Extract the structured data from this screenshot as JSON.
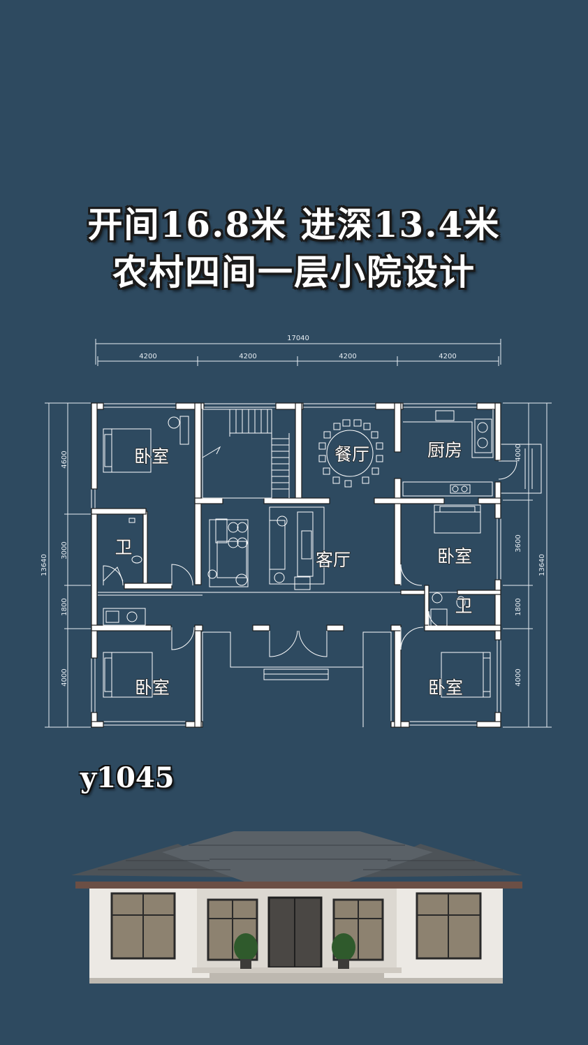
{
  "title": {
    "line1": "开间16.8米  进深13.4米",
    "line2": "农村四间一层小院设计"
  },
  "dimensions": {
    "total_width": "17040",
    "bays": [
      "4200",
      "4200",
      "4200",
      "4200"
    ],
    "total_depth": "13640",
    "left_segments": [
      "4600",
      "3000",
      "1800",
      "4000"
    ],
    "right_segments": [
      "4000",
      "3600",
      "1800",
      "4000"
    ]
  },
  "rooms": {
    "bedroom_nw": "卧室",
    "bath_w": "卫",
    "dining": "餐厅",
    "kitchen": "厨房",
    "living": "客厅",
    "bedroom_e": "卧室",
    "bath_e": "卫",
    "bedroom_sw": "卧室",
    "bedroom_se": "卧室"
  },
  "code": "y1045",
  "colors": {
    "background": "#2e4a60",
    "wall": "#ffffff",
    "roof": "#4d5358",
    "facade": "#ece9e4"
  }
}
